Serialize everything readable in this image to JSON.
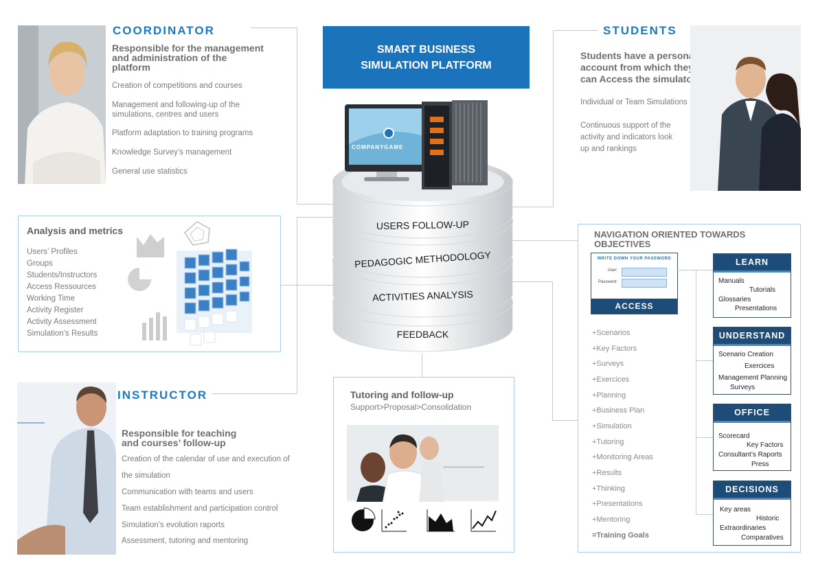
{
  "title_box": {
    "line1": "SMART BUSINESS",
    "line2": "SIMULATION PLATFORM"
  },
  "coordinator": {
    "title": "COORDINATOR",
    "heading_l1": "Responsible for the management",
    "heading_l2": "and administration of the",
    "heading_l3": "platform",
    "items": [
      "Creation of competitions and courses",
      "Management and following-up of the",
      "simulations, centres and users",
      "Platform adaptation to training programs",
      "Knowledge Survey’s management",
      "General use statistics"
    ]
  },
  "students": {
    "title": "STUDENTS",
    "heading_l1": "Students have a personal",
    "heading_l2": "account from which they",
    "heading_l3": "can Access the simulators.",
    "items": [
      "Individual or Team Simulations",
      "Continuous support of the",
      "activity and indicators look",
      "up and rankings"
    ]
  },
  "analysis": {
    "title": "Analysis and metrics",
    "items": [
      "Users’ Profiles",
      "Groups",
      "Students/Instructors",
      "Access Ressources",
      "Working Time",
      "Activity Register",
      "Activity Assessment",
      "Simulation’s Results"
    ]
  },
  "database": {
    "brand": "COMPANYGAME",
    "layers": [
      "USERS FOLLOW-UP",
      "PEDAGOGIC METHODOLOGY",
      "ACTIVITIES ANALYSIS",
      "FEEDBACK"
    ]
  },
  "instructor": {
    "title": "INSTRUCTOR",
    "heading_l1": "Responsible for teaching",
    "heading_l2": "and courses’ follow-up",
    "items": [
      "Creation of the calendar of use and execution of",
      "the simulation",
      "Communication with teams and users",
      "Team establishment and participation control",
      "Simulation’s evolution raports",
      "Assessment, tutoring and mentoring"
    ]
  },
  "tutoring": {
    "title": "Tutoring and follow-up",
    "subtitle": "Support>Proposal>Consolidation"
  },
  "navigation": {
    "title_l1": "NAVIGATION ORIENTED TOWARDS",
    "title_l2": "OBJECTIVES",
    "login": {
      "header": "WRITE DOWN YOUR PASSWORD",
      "user_label": "User:",
      "password_label": "Password:",
      "button": "ACCESS"
    },
    "items": [
      "+Scenarios",
      "+Key Factors",
      "+Surveys",
      "+Exercices",
      "+Planning",
      "+Business Plan",
      "+Simulation",
      "+Tutoring",
      "+Monitoring Areas",
      "+Results",
      "+Thinking",
      "+Presentations",
      "+Mentoring",
      "=Training Goals"
    ]
  },
  "categories": [
    {
      "title": "LEARN",
      "items": [
        "Manuals",
        "Tutorials",
        "Glossaries",
        "Presentations"
      ]
    },
    {
      "title": "UNDERSTAND",
      "items": [
        "Scenario Creation",
        "Exercices",
        "Management Planning",
        "Surveys"
      ]
    },
    {
      "title": "OFFICE",
      "items": [
        "Scorecard",
        "Key Factors",
        "Consultant’s Raports",
        "Press"
      ]
    },
    {
      "title": "DECISIONS",
      "items": [
        "Key areas",
        "Historic",
        "Extraordinaries",
        "Comparatives"
      ]
    }
  ],
  "colors": {
    "accent_blue": "#1a79c0",
    "title_box_blue": "#1b74bb",
    "nav_dark": "#1e4c78"
  }
}
